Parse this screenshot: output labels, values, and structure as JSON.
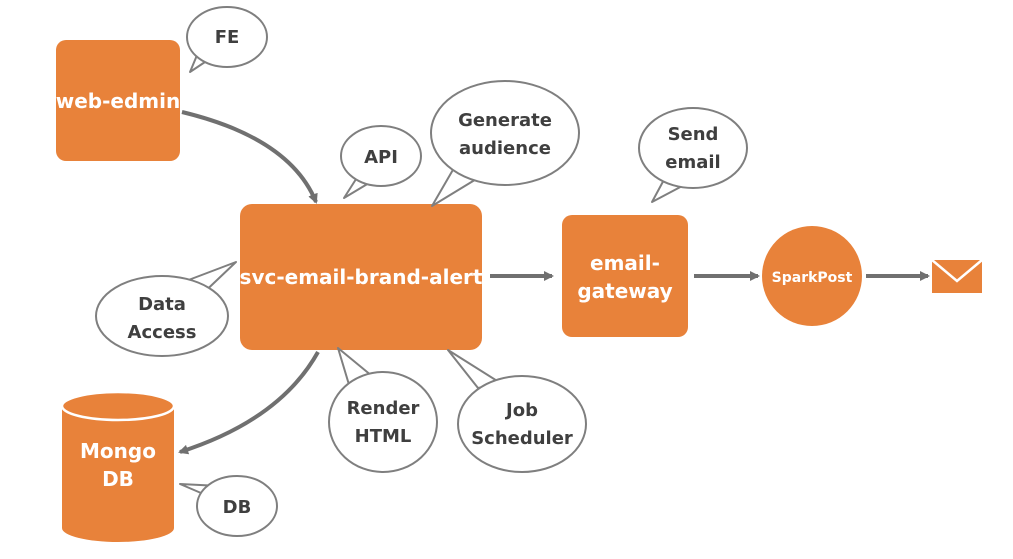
{
  "colors": {
    "node_fill": "#E8823A",
    "bubble_fill": "#ffffff",
    "bubble_stroke": "#7f7f7f",
    "arrow": "#707070",
    "bubble_text": "#3f3f3f",
    "node_text": "#ffffff"
  },
  "nodes": {
    "web_edmin": "web-edmin",
    "svc": "svc-email-brand-alert",
    "gateway_line1": "email-",
    "gateway_line2": "gateway",
    "sparkpost": "SparkPost",
    "mongo_line1": "Mongo",
    "mongo_line2": "DB",
    "envelope_icon": "envelope-icon"
  },
  "bubbles": {
    "fe": "FE",
    "api": "API",
    "generate_line1": "Generate",
    "generate_line2": "audience",
    "send_line1": "Send",
    "send_line2": "email",
    "data_line1": "Data",
    "data_line2": "Access",
    "render_line1": "Render",
    "render_line2": "HTML",
    "job_line1": "Job",
    "job_line2": "Scheduler",
    "db": "DB"
  }
}
